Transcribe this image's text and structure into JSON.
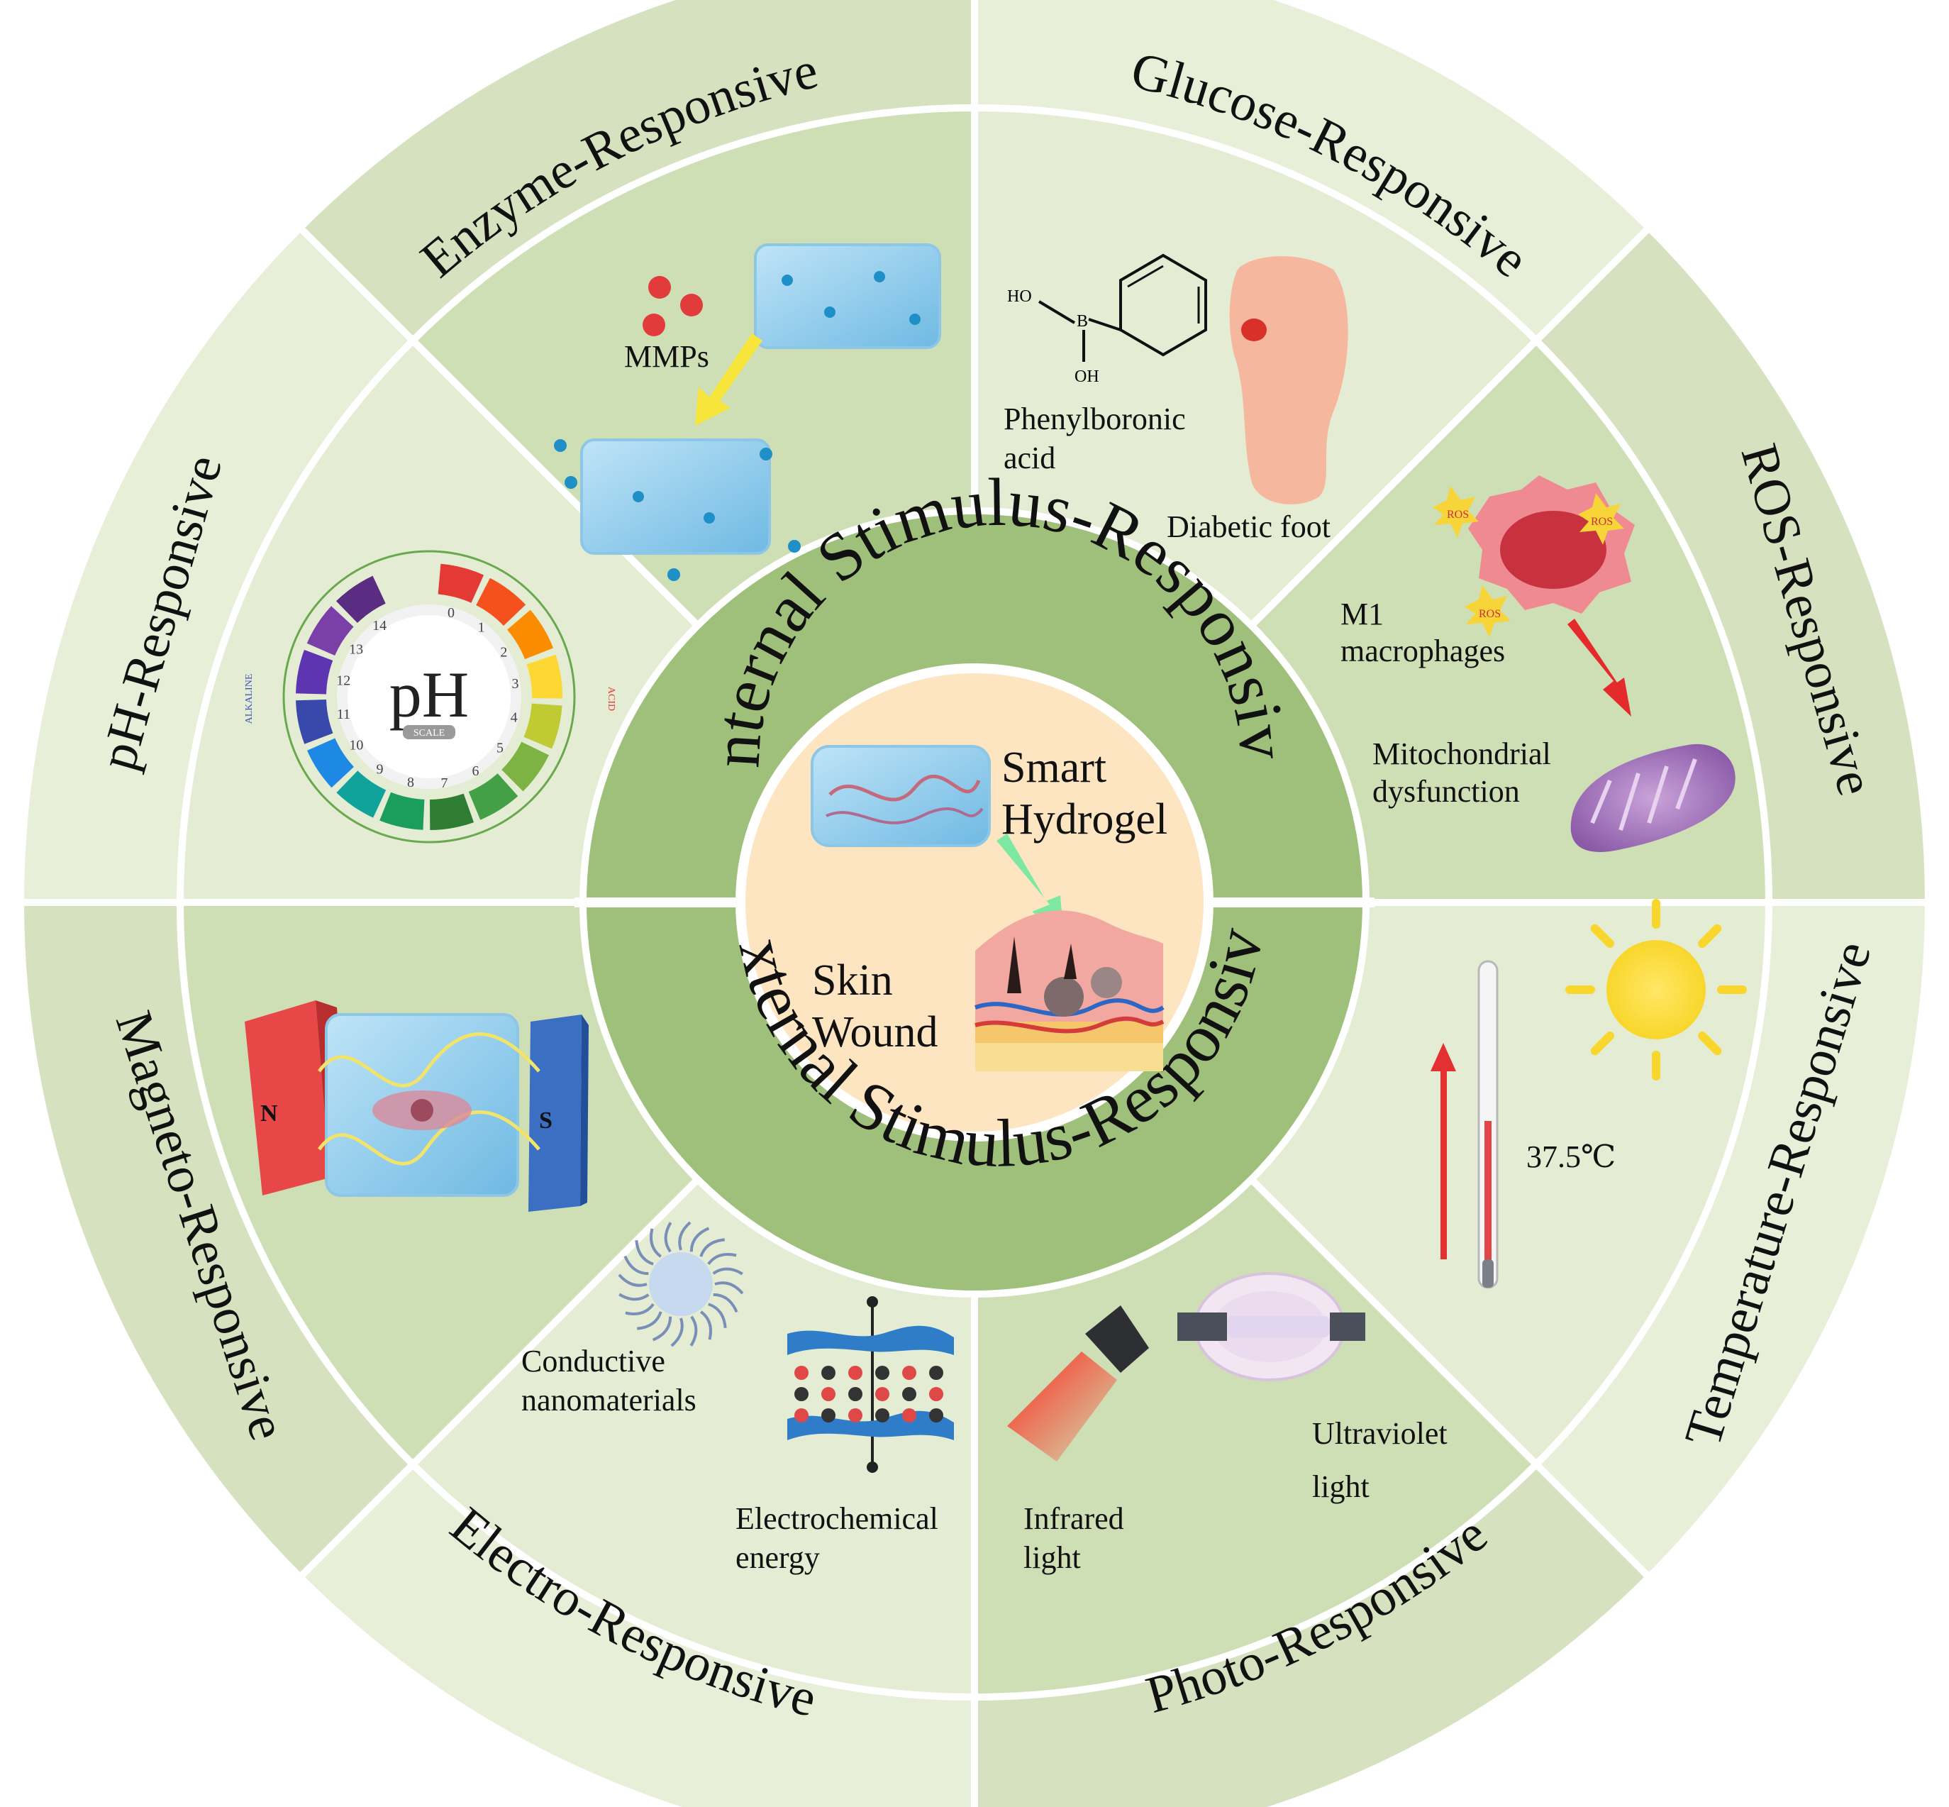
{
  "colors": {
    "outer_dark": "#d6e2bf",
    "outer_light": "#e8efd9",
    "mid_dark": "#cfdfb5",
    "mid_light": "#e4edd4",
    "ring": "#9fc07a",
    "center": "#fde5c2",
    "divider": "#ffffff"
  },
  "center": {
    "title_1": "Smart",
    "title_2": "Hydrogel",
    "wound_1": "Skin",
    "wound_2": "Wound"
  },
  "ring": {
    "internal": "Internal Stimulus-Responsive",
    "external": "External Stimulus-Responsive"
  },
  "sectors": {
    "enzyme": {
      "title": "Enzyme-Responsive",
      "label": "MMPs"
    },
    "glucose": {
      "title": "Glucose-Responsive",
      "molecule_1": "Phenylboronic",
      "molecule_2": "acid",
      "foot": "Diabetic foot",
      "ho": "HO",
      "b": "B",
      "oh": "OH"
    },
    "ros": {
      "title": "ROS-Responsive",
      "m1_1": "M1",
      "m1_2": "macrophages",
      "mito_1": "Mitochondrial",
      "mito_2": "dysfunction",
      "ros_tag": "ROS"
    },
    "ph": {
      "title": "pH-Responsive",
      "center": "pH",
      "scale": "SCALE",
      "alkaline": "ALKALINE",
      "acid": "ACID",
      "numbers": [
        "0",
        "1",
        "2",
        "3",
        "4",
        "5",
        "6",
        "7",
        "8",
        "9",
        "10",
        "11",
        "12",
        "13",
        "14"
      ]
    },
    "magneto": {
      "title": "Magneto-Responsive",
      "n": "N",
      "s": "S"
    },
    "electro": {
      "title": "Electro-Responsive",
      "cond_1": "Conductive",
      "cond_2": "nanomaterials",
      "echem_1": "Electrochemical",
      "echem_2": "energy"
    },
    "photo": {
      "title": "Photo-Responsive",
      "ir_1": "Infrared",
      "ir_2": "light",
      "uv_1": "Ultraviolet",
      "uv_2": "light"
    },
    "temperature": {
      "title": "Temperature-Responsive",
      "value": "37.5℃"
    }
  }
}
